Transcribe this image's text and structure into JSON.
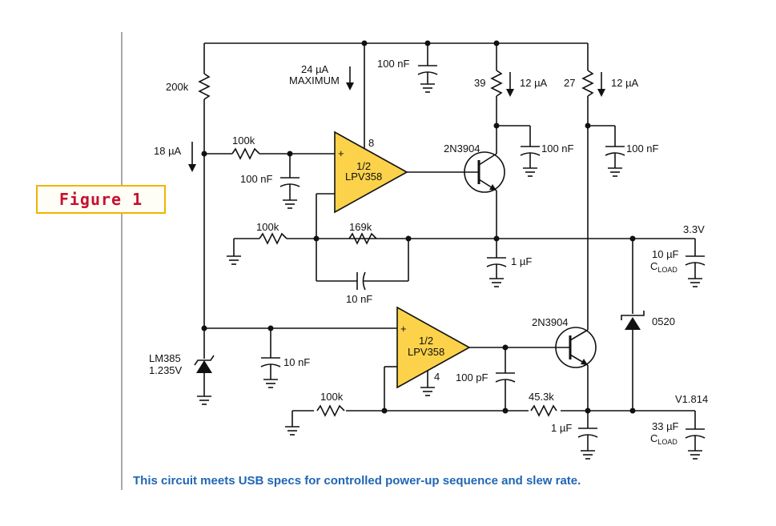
{
  "figure_label": "Figure 1",
  "caption": "This circuit meets USB specs for controlled power-up sequence and slew rate.",
  "components": {
    "r_200k": "200k",
    "i_18ua": "18 µA",
    "r_100k_top": "100k",
    "c_100nf_input": "100 nF",
    "i_24ua": "24 µA",
    "i_24ua_max": "MAXIMUM",
    "c_100nf_rail": "100 nF",
    "r_39": "39",
    "i_12ua_left": "12 µA",
    "r_27": "27",
    "i_12ua_right": "12 µA",
    "c_100nf_q1": "100 nF",
    "c_100nf_q2": "100 nF",
    "pin_8": "8",
    "opamp1_half": "1/2",
    "opamp1_part": "LPV358",
    "q1_part": "2N3904",
    "r_100k_fb": "100k",
    "r_169k": "169k",
    "c_10nf_fb": "10 nF",
    "c_1uf_out1": "1 µF",
    "out_3v3": "3.3V",
    "c_load1_val": "10 µF",
    "c_load1_name": "C",
    "c_load1_sub": "LOAD",
    "opamp2_half": "1/2",
    "opamp2_part": "LPV358",
    "pin_4": "4",
    "q2_part": "2N3904",
    "diode_0520": "0520",
    "ref_part": "LM385",
    "ref_voltage": "1.235V",
    "c_10nf_ref": "10 nF",
    "c_100pf": "100 pF",
    "r_100k_bottom": "100k",
    "r_45k3": "45.3k",
    "c_1uf_out2": "1 µF",
    "out_v1814": "V1.814",
    "c_load2_val": "33 µF",
    "c_load2_name": "C",
    "c_load2_sub": "LOAD"
  },
  "plus_sign": "+"
}
